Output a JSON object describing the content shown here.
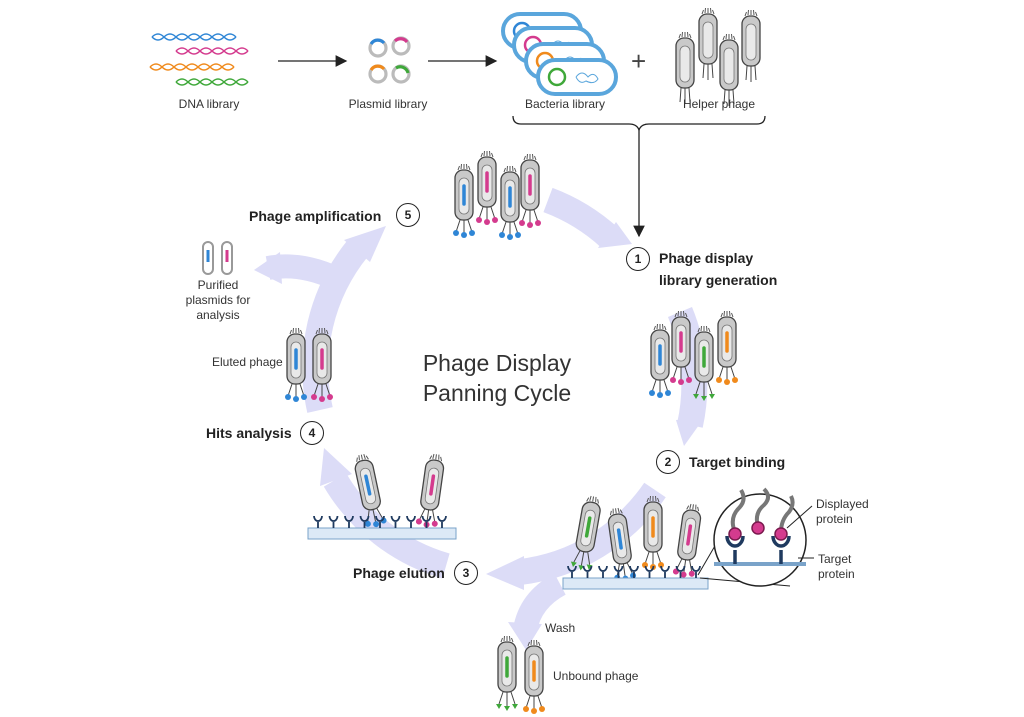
{
  "title_line1": "Phage Display",
  "title_line2": "Panning Cycle",
  "top_row": {
    "dna_library": "DNA library",
    "plasmid_library": "Plasmid library",
    "bacteria_library": "Bacteria library",
    "plus": "+",
    "helper_phage": "Helper phage"
  },
  "steps": [
    {
      "number": "1",
      "line1": "Phage display",
      "line2": "library generation"
    },
    {
      "number": "2",
      "line1": "Target binding",
      "line2": ""
    },
    {
      "number": "3",
      "line1": "Phage elution",
      "line2": ""
    },
    {
      "number": "4",
      "line1": "Hits analysis",
      "line2": ""
    },
    {
      "number": "5",
      "line1": "Phage amplification",
      "line2": ""
    }
  ],
  "labels": {
    "purified_1": "Purified",
    "purified_2": "plasmids for",
    "purified_3": "analysis",
    "eluted_phage": "Eluted phage",
    "wash": "Wash",
    "unbound_phage": "Unbound phage",
    "displayed_1": "Displayed",
    "displayed_2": "protein",
    "target_1": "Target",
    "target_2": "protein"
  },
  "colors": {
    "blue": "#2f86d6",
    "pink": "#d43b8e",
    "green": "#3fa83a",
    "orange": "#f08a1c",
    "cycle_arrow": "#dcdcf7",
    "target_navy": "#1f3a5f",
    "plate": "#dce9f6",
    "bacteria_outline": "#5aa6dc"
  }
}
